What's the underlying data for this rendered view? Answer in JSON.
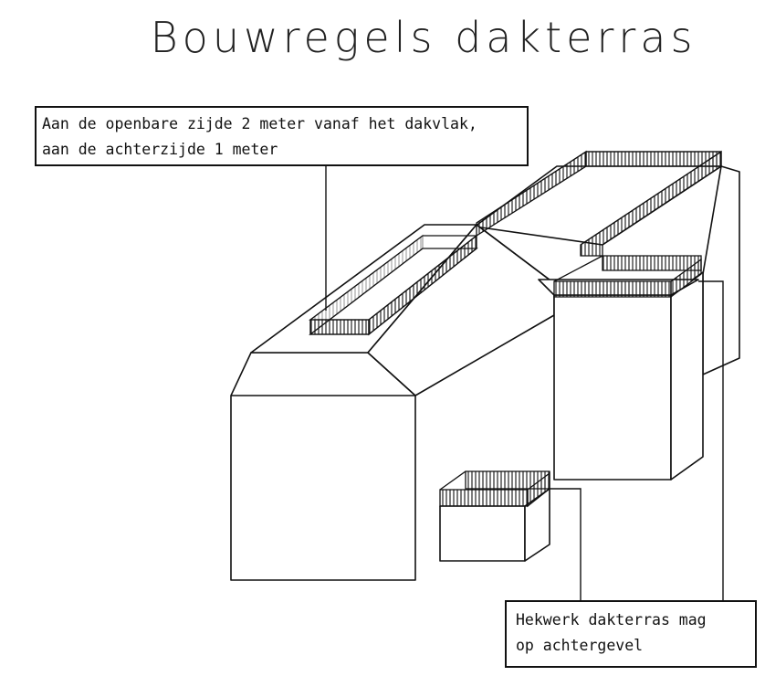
{
  "title": "Bouwregels dakterras",
  "callout_top": {
    "line1": "Aan de openbare zijde 2 meter vanaf het dakvlak,",
    "line2": "aan de achterzijde 1 meter"
  },
  "callout_bottom": {
    "line1": "Hekwerk dakterras mag",
    "line2": "op achtergevel"
  },
  "colors": {
    "line": "#111111",
    "background": "#ffffff"
  }
}
